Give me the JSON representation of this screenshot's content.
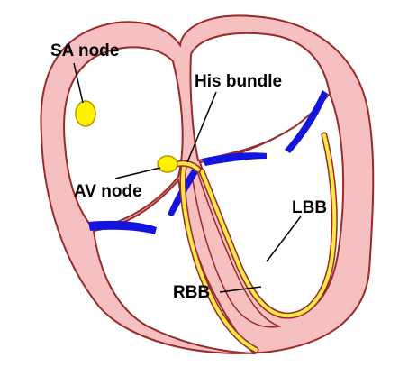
{
  "labels": {
    "sa_node": "SA node",
    "his_bundle": "His bundle",
    "av_node": "AV node",
    "lbb": "LBB",
    "rbb": "RBB"
  },
  "colors": {
    "myocardium": "#f7c0c0",
    "outline": "#9a2a2a",
    "chamber": "#ffffff",
    "node_fill": "#fff200",
    "node_outline": "#b89400",
    "conduction": "#f7ea45",
    "valve": "#1414e0",
    "text": "#000000"
  }
}
